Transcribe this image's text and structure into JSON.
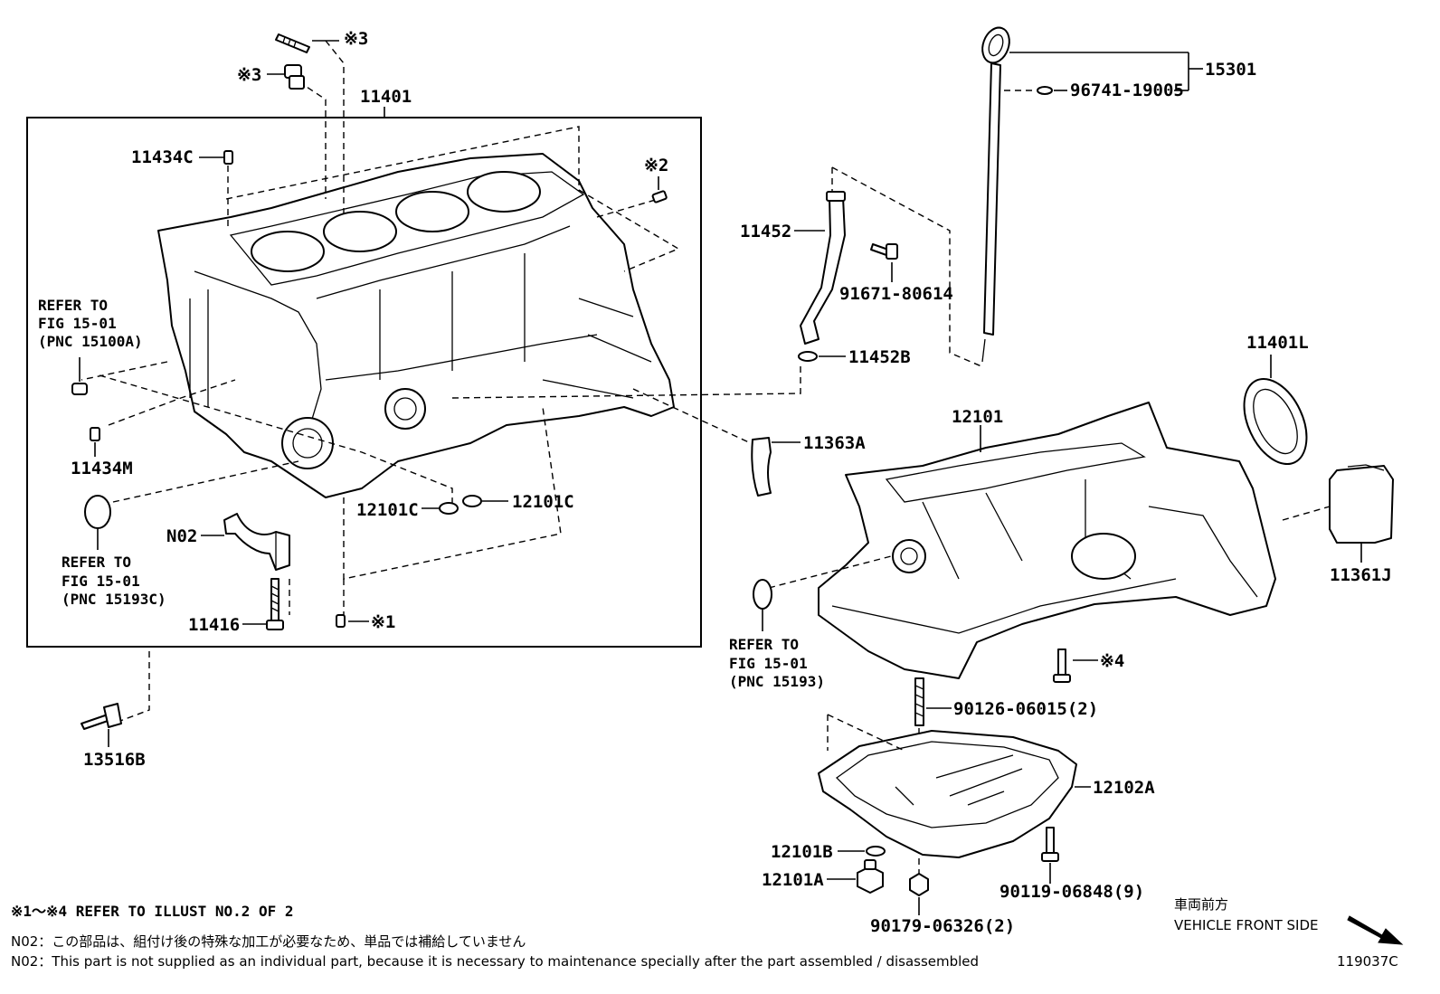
{
  "labels": {
    "p15301": "15301",
    "p96741": "96741-19005",
    "p11401": "11401",
    "p11434c": "11434C",
    "x3a": "※3",
    "x3b": "※3",
    "x2": "※2",
    "p11452": "11452",
    "p91671": "91671-80614",
    "p11452b": "11452B",
    "p11401l": "11401L",
    "p12101": "12101",
    "p11363a": "11363A",
    "p11434m": "11434M",
    "p12101c_a": "12101C",
    "p12101c_b": "12101C",
    "pN02": "N02",
    "p11416": "11416",
    "x1": "※1",
    "p11361j": "11361J",
    "x4": "※4",
    "p13516b": "13516B",
    "p90126": "90126-06015(2)",
    "p12102a": "12102A",
    "p12101b": "12101B",
    "p12101a": "12101A",
    "p90119": "90119-06848(9)",
    "p90179": "90179-06326(2)"
  },
  "refs": {
    "r1": {
      "line1": "REFER TO",
      "line2": "FIG 15-01",
      "line3": "(PNC 15100A)"
    },
    "r2": {
      "line1": "REFER TO",
      "line2": "FIG 15-01",
      "line3": "(PNC 15193C)"
    },
    "r3": {
      "line1": "REFER TO",
      "line2": "FIG 15-01",
      "line3": "(PNC 15193)"
    }
  },
  "notes": {
    "refer_illust": "※1～※4 REFER TO ILLUST NO.2 OF 2",
    "n02_jp": "N02：この部品は、組付け後の特殊な加工が必要なため、単品では補給していません",
    "n02_en": "N02：This part is not supplied as an individual part, because it is necessary to maintenance specially after the part assembled / disassembled"
  },
  "direction": {
    "jp": "車両前方",
    "en": "VEHICLE FRONT SIDE"
  },
  "illustration_id": "119037C"
}
